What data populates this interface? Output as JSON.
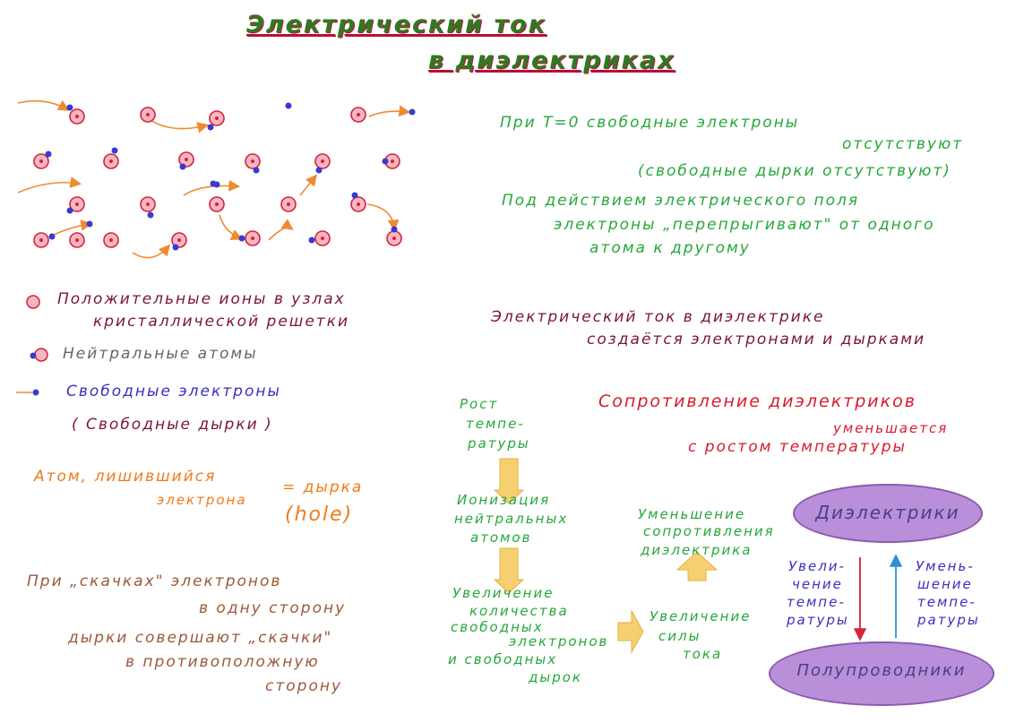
{
  "title": {
    "line1": "Электрический ток",
    "line2": "в диэлектриках"
  },
  "legend": {
    "pos_ions": {
      "line1": "Положительные ионы в узлах",
      "line2": "кристаллической решетки"
    },
    "neutral_atoms": "Нейтральные атомы",
    "free_electrons": "Свободные электроны",
    "free_holes": "( Свободные дырки )"
  },
  "hole_def": {
    "line1": "Атом, лишившийся",
    "line2": "электрона",
    "eq": "= дырка",
    "en": "(hole)"
  },
  "jumps": {
    "line1": "При „скачках\" электронов",
    "line2": "в одну сторону",
    "line3": "дырки совершают „скачки\"",
    "line4": "в противоположную",
    "line5": "сторону"
  },
  "t0": {
    "line1": "При T=0  свободные электроны",
    "line2": "отсутствуют",
    "line3": "(свободные дырки отсутствуют)"
  },
  "field": {
    "line1": "Под действием электрического поля",
    "line2": "электроны „перепрыгивают\" от одного",
    "line3": "атома к другому"
  },
  "current": {
    "line1": "Электрический ток в диэлектрике",
    "line2": "создаётся электронами и дырками"
  },
  "resistance": {
    "line1": "Сопротивление диэлектриков",
    "line2": "уменьшается",
    "line3": "с ростом температуры"
  },
  "flow": {
    "temp_rise": {
      "line1": "Рост",
      "line2": "темпе-",
      "line3": "ратуры"
    },
    "ionization": {
      "line1": "Ионизация",
      "line2": "нейтральных",
      "line3": "атомов"
    },
    "increase": {
      "line1": "Увеличение",
      "line2": "количества",
      "line3": "свободных",
      "line4": "электронов",
      "line5": "и свободных",
      "line6": "дырок"
    },
    "current_up": {
      "line1": "Увеличение",
      "line2": "силы",
      "line3": "тока"
    },
    "res_down": {
      "line1": "Уменьшение",
      "line2": "сопротивления",
      "line3": "диэлектрика"
    }
  },
  "states": {
    "dielectrics": "Диэлектрики",
    "semiconductors": "Полупроводники",
    "temp_up": {
      "line1": "Увели-",
      "line2": "чение",
      "line3": "темпе-",
      "line4": "ратуры"
    },
    "temp_down": {
      "line1": "Умень-",
      "line2": "шение",
      "line3": "темпе-",
      "line4": "ратуры"
    }
  },
  "colors": {
    "ion": "#d8203a",
    "electron": "#3a3ad0",
    "arrow": "#f08a30",
    "chevron": "#f6d070",
    "blob": "#b88fd8"
  },
  "atoms": [
    {
      "kind": "ion"
    },
    {
      "kind": "atom"
    },
    {
      "kind": "atom"
    },
    {
      "kind": "ion"
    },
    {
      "kind": "ion"
    },
    {
      "kind": "atom"
    },
    {
      "kind": "atom"
    },
    {
      "kind": "ion"
    },
    {
      "kind": "ion"
    },
    {
      "kind": "atom"
    },
    {
      "kind": "atom"
    },
    {
      "kind": "ion"
    },
    {
      "kind": "atom"
    },
    {
      "kind": "ion"
    },
    {
      "kind": "ion"
    },
    {
      "kind": "atom"
    }
  ]
}
